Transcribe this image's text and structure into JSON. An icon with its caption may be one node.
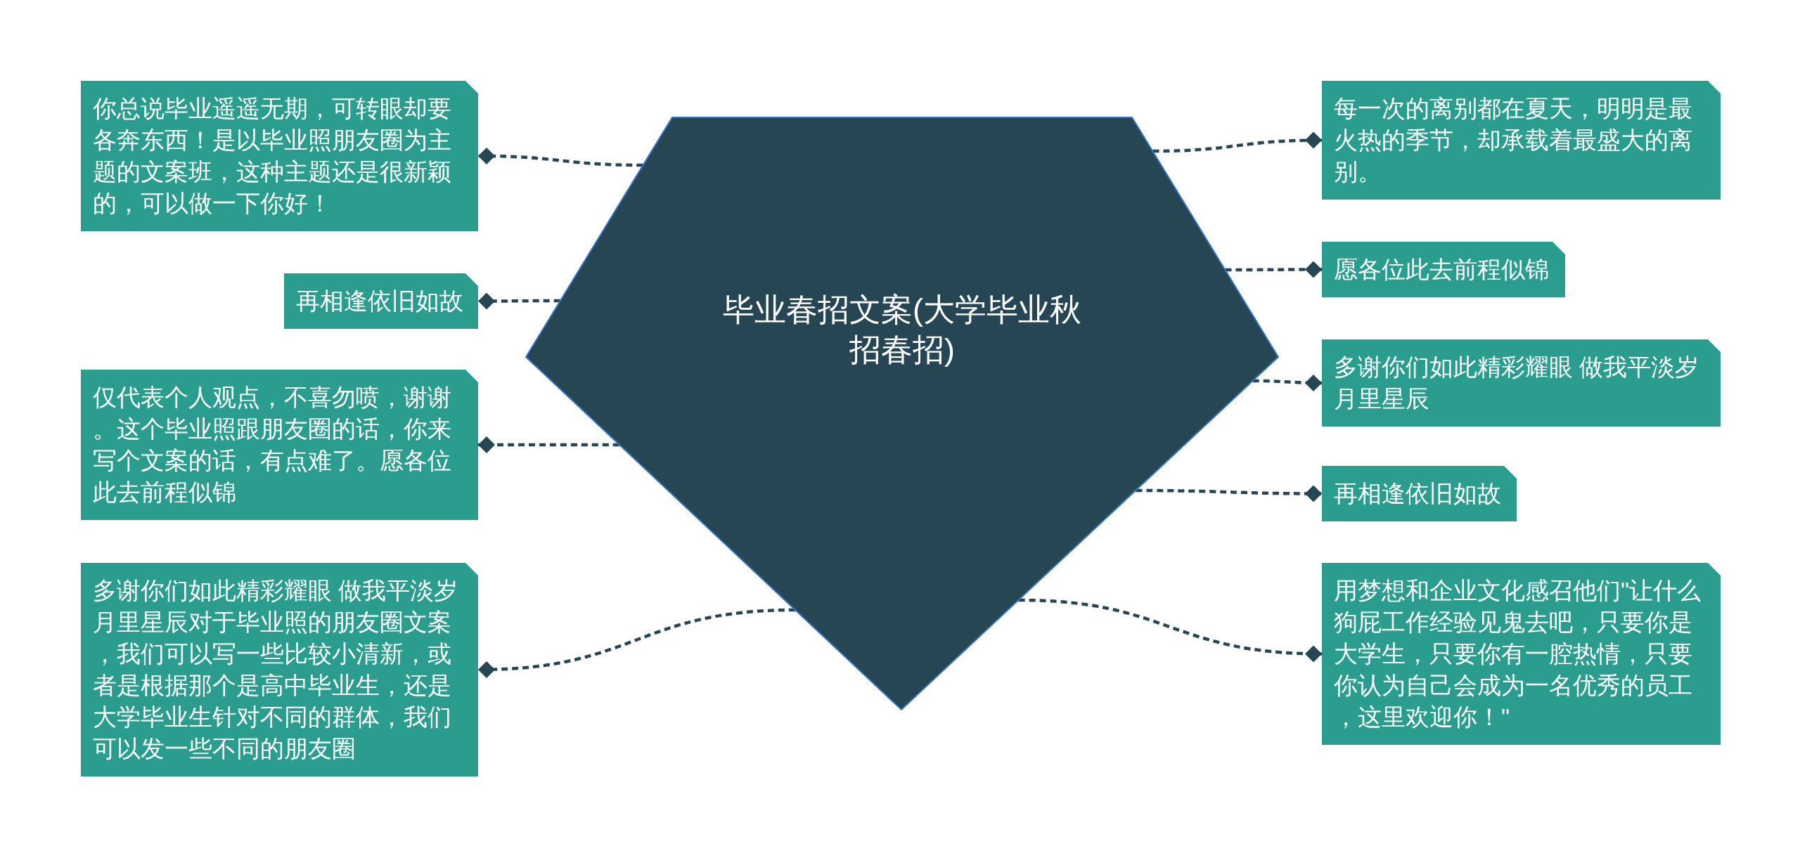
{
  "diagram": {
    "nodes": [
      {
        "text": [
          "毕业春招文案(大学毕业秋招春招)"
        ]
      },
      {
        "text": [
          "你总说毕业遥遥无期，可转眼却要各奔东西！是以毕业照朋友圈为主题的文案班，这种主题还是很新颖的，可以做一下你好！"
        ]
      },
      {
        "text": [
          "再相逢依旧如故"
        ]
      },
      {
        "text": [
          "仅代表个人观点，不喜勿喷，谢谢。这个毕业照跟朋友圈的话，你来写个文案的话，有点难了。愿各位此去前程似锦"
        ]
      },
      {
        "text": [
          "多谢你们如此精彩耀眼 做我平淡岁月里星辰对于毕业照的朋友圈文案，我们可以写一些比较小清新，或者是根据那个是高中毕业生，还是大学毕业生针对不同的群体，我们可以发一些不同的朋友圈"
        ]
      },
      {
        "text": [
          "每一次的离别都在夏天，明明是最火热的季节，却承载着最盛大的离别。"
        ]
      },
      {
        "text": [
          "愿各位此去前程似锦"
        ]
      },
      {
        "text": [
          "多谢你们如此精彩耀眼 做我平淡岁月里星辰"
        ]
      },
      {
        "text": [
          "再相逢依旧如故"
        ]
      },
      {
        "text": [
          "用梦想和企业文化感召他们\"让什么狗屁工作经验见鬼去吧，只要你是大学生，只要你有一腔热情，只要你认为自己会成为一名优秀的员工，这里欢迎你！\""
        ]
      }
    ],
    "edges": [
      {
        "from": 0,
        "to": 1,
        "arrow": "other",
        "style": "dashed"
      },
      {
        "from": 0,
        "to": 2,
        "arrow": "other",
        "style": "dashed"
      },
      {
        "from": 0,
        "to": 3,
        "arrow": "other",
        "style": "dashed"
      },
      {
        "from": 0,
        "to": 4,
        "arrow": "other",
        "style": "dashed"
      },
      {
        "from": 0,
        "to": 5,
        "arrow": "other",
        "style": "dashed"
      },
      {
        "from": 0,
        "to": 6,
        "arrow": "other",
        "style": "dashed"
      },
      {
        "from": 0,
        "to": 7,
        "arrow": "other",
        "style": "dashed"
      },
      {
        "from": 0,
        "to": 8,
        "arrow": "other",
        "style": "dashed"
      },
      {
        "from": 0,
        "to": 9,
        "arrow": "other",
        "style": "dashed"
      }
    ]
  }
}
